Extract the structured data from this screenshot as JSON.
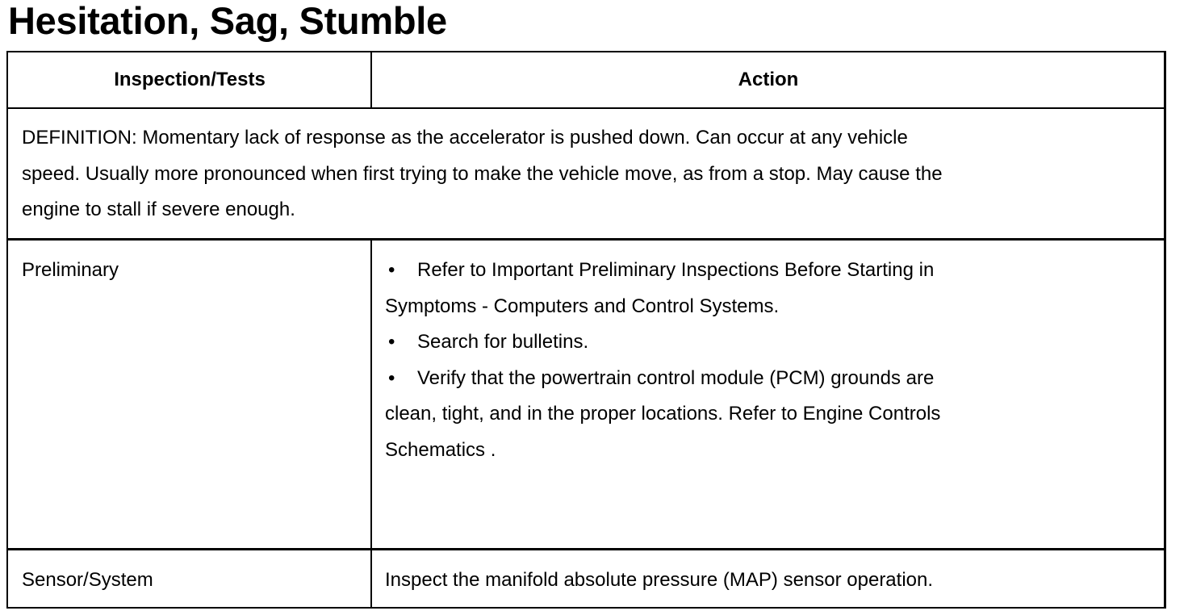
{
  "title": "Hesitation, Sag, Stumble",
  "table": {
    "headers": {
      "inspection": "Inspection/Tests",
      "action": "Action"
    },
    "definition": {
      "line1": "DEFINITION: Momentary lack of response as the accelerator is pushed down. Can occur at any vehicle",
      "line2": "speed. Usually more pronounced when first trying to make the vehicle move, as from a stop. May cause the",
      "line3": "engine to stall if severe enough."
    },
    "rows": [
      {
        "inspection": "Preliminary",
        "bullet_char": "•",
        "actions": [
          {
            "first": "Refer to Important Preliminary Inspections Before Starting in",
            "rest": [
              "Symptoms - Computers and Control Systems."
            ]
          },
          {
            "first": "Search for bulletins.",
            "rest": []
          },
          {
            "first": "Verify that the powertrain control module (PCM) grounds are",
            "rest": [
              "clean, tight, and in the proper locations. Refer to Engine Controls",
              "Schematics ."
            ]
          }
        ]
      },
      {
        "inspection": "Sensor/System",
        "action": "Inspect the manifold absolute pressure (MAP) sensor operation."
      }
    ]
  }
}
